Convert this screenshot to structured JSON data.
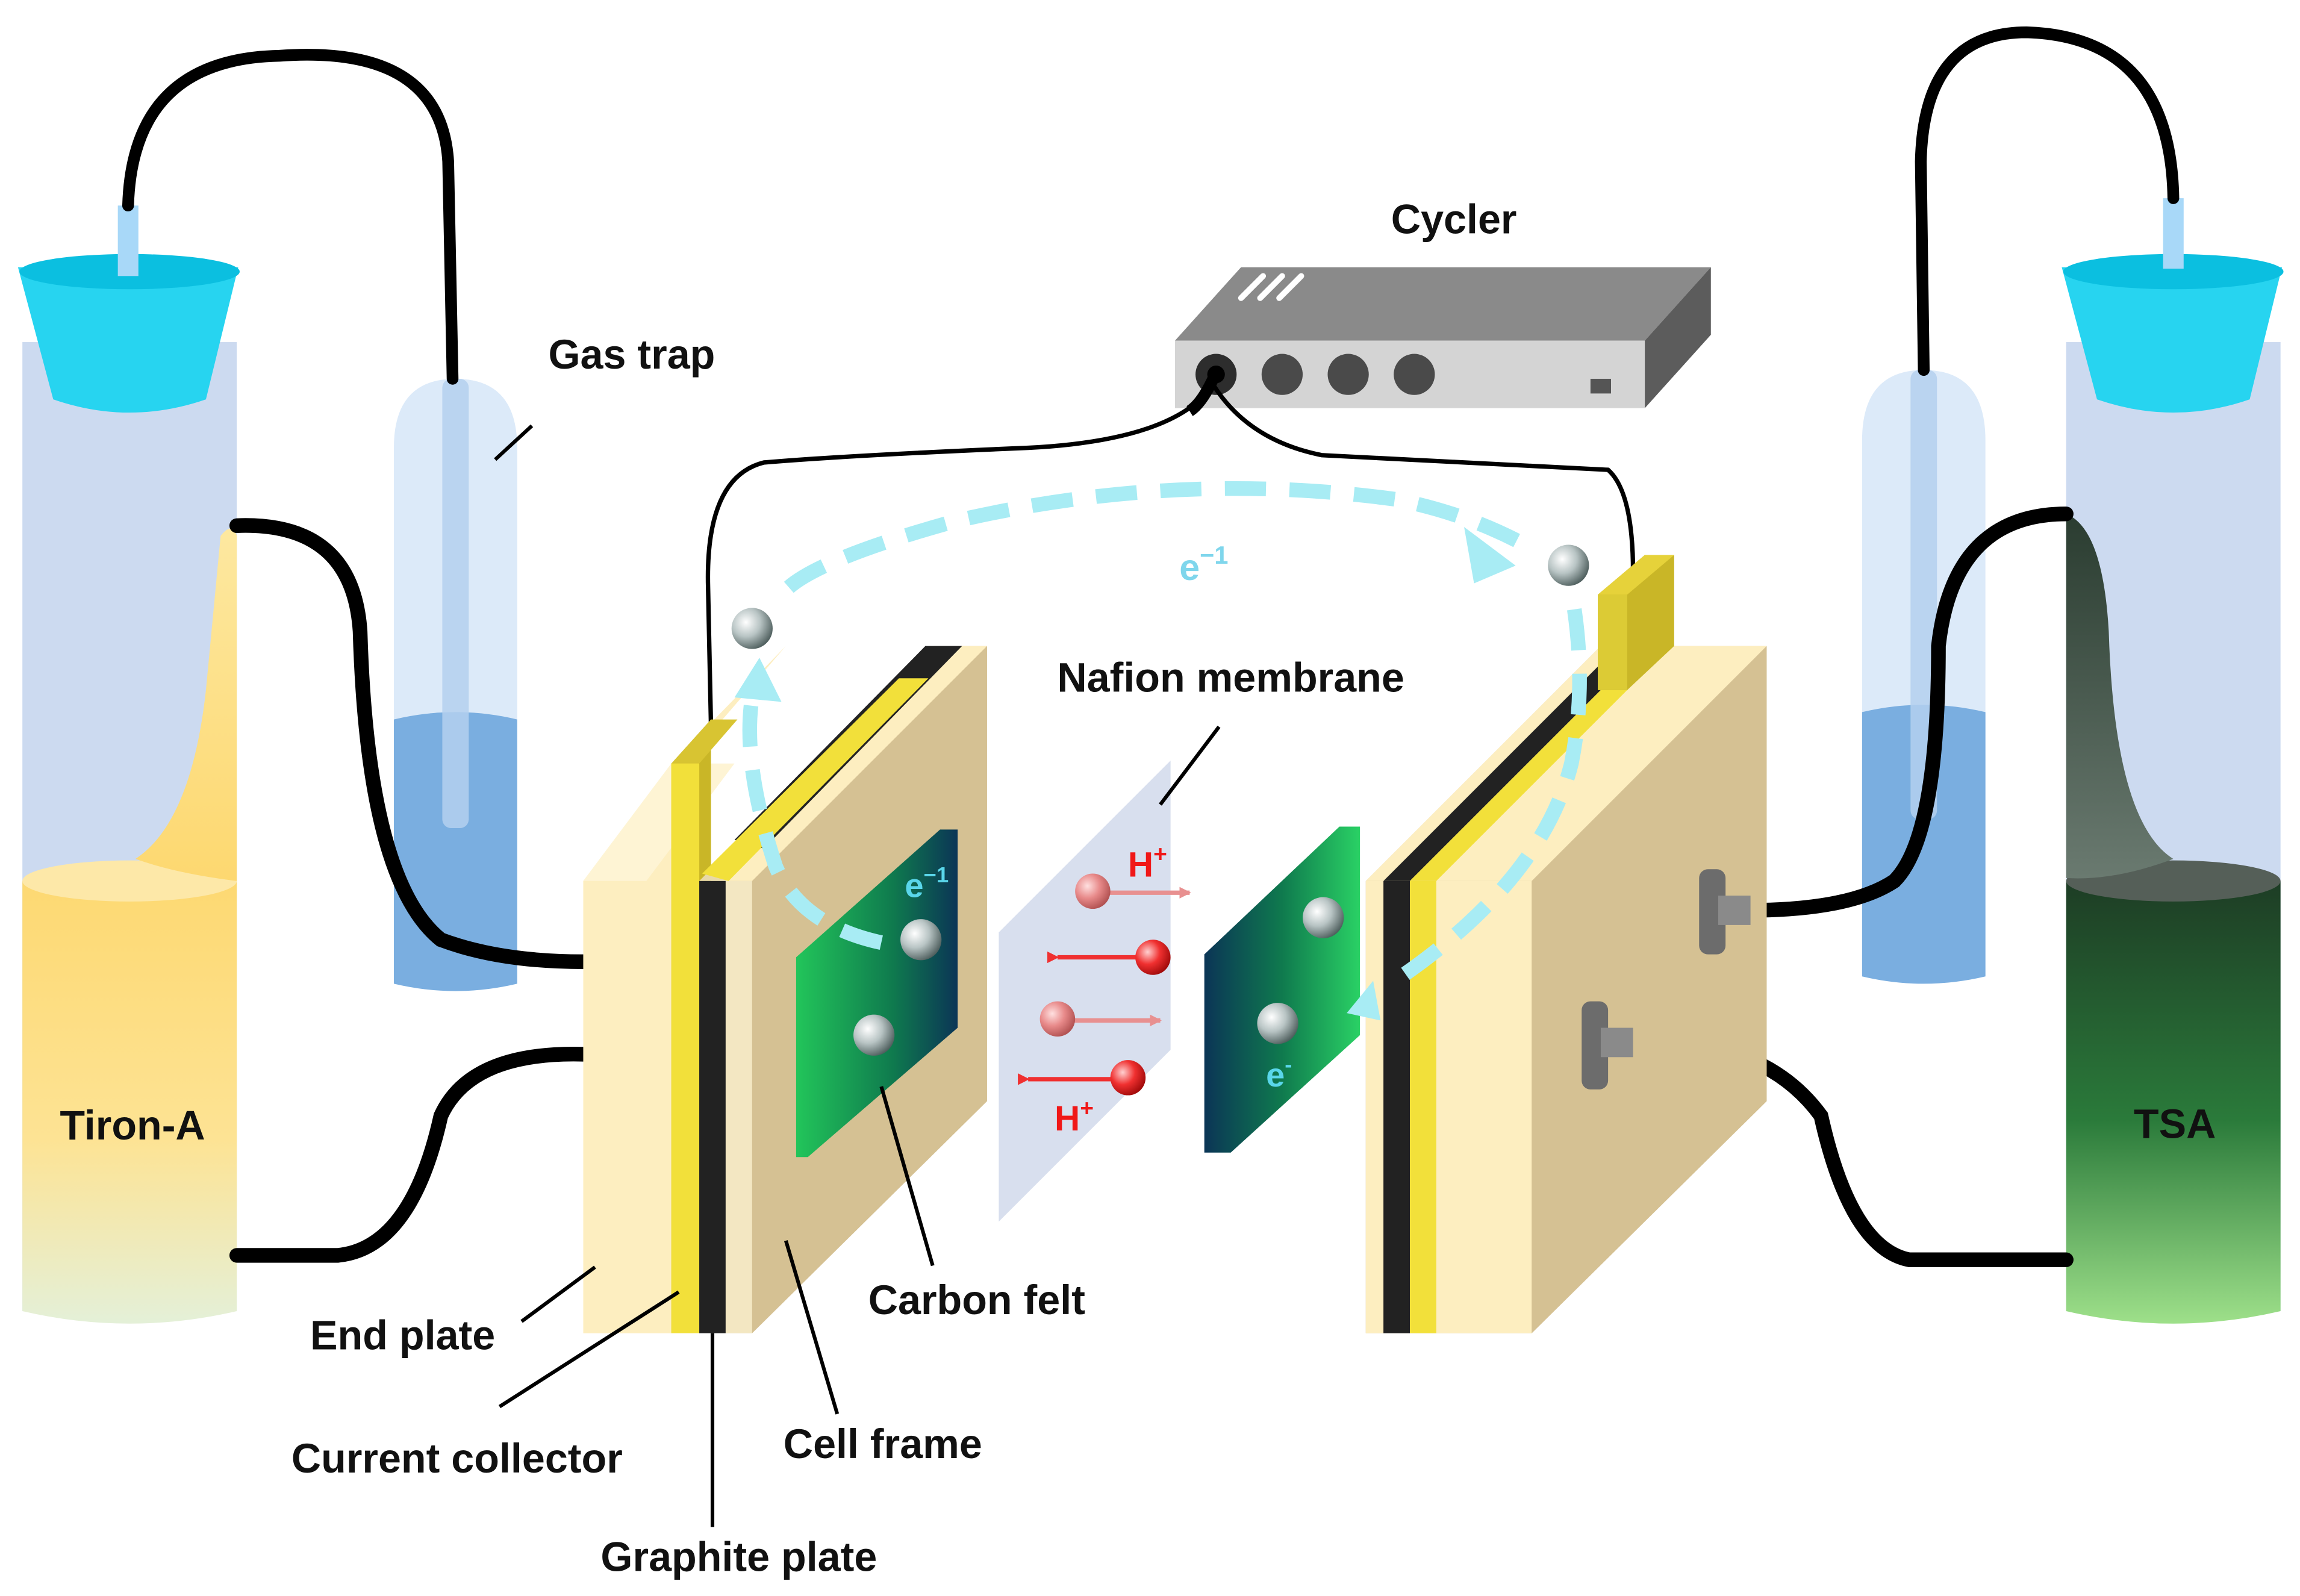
{
  "labels": {
    "cycler": "Cycler",
    "gas_trap": "Gas trap",
    "nafion_membrane": "Nafion membrane",
    "tiron_a": "Tiron-A",
    "tsa": "TSA",
    "carbon_felt": "Carbon felt",
    "end_plate": "End plate",
    "current_collector": "Current collector",
    "cell_frame": "Cell frame",
    "graphite_plate": "Graphite plate"
  },
  "ions": {
    "h_plus_top": {
      "base": "H",
      "sup": "+"
    },
    "h_plus_bottom": {
      "base": "H",
      "sup": "+"
    },
    "e_left_felt": {
      "base": "e",
      "sup": "−1"
    },
    "e_right_felt": {
      "base": "e",
      "sup": "-"
    },
    "e_flow": {
      "base": "e",
      "sup": "−1"
    }
  },
  "colors": {
    "end_plate": "#fdeec0",
    "cell_frame": "#d5c193",
    "current_collector": "#f2e03a",
    "graphite_plate": "#222222",
    "felt_green": "#1fc25a",
    "felt_dark": "#0a3a55",
    "tiron_yellow": "#fdd86a",
    "tsa_green": "#1f4f2a",
    "gas_trap_water": "#7aaee0",
    "cap_cyan": "#27d4f0",
    "electron_flow": "#a8ecf4",
    "proton_red": "#f02a2a"
  },
  "icons": [
    "cycler-device-icon",
    "tube-connector-icon",
    "electron-sphere-icon",
    "proton-sphere-icon"
  ]
}
